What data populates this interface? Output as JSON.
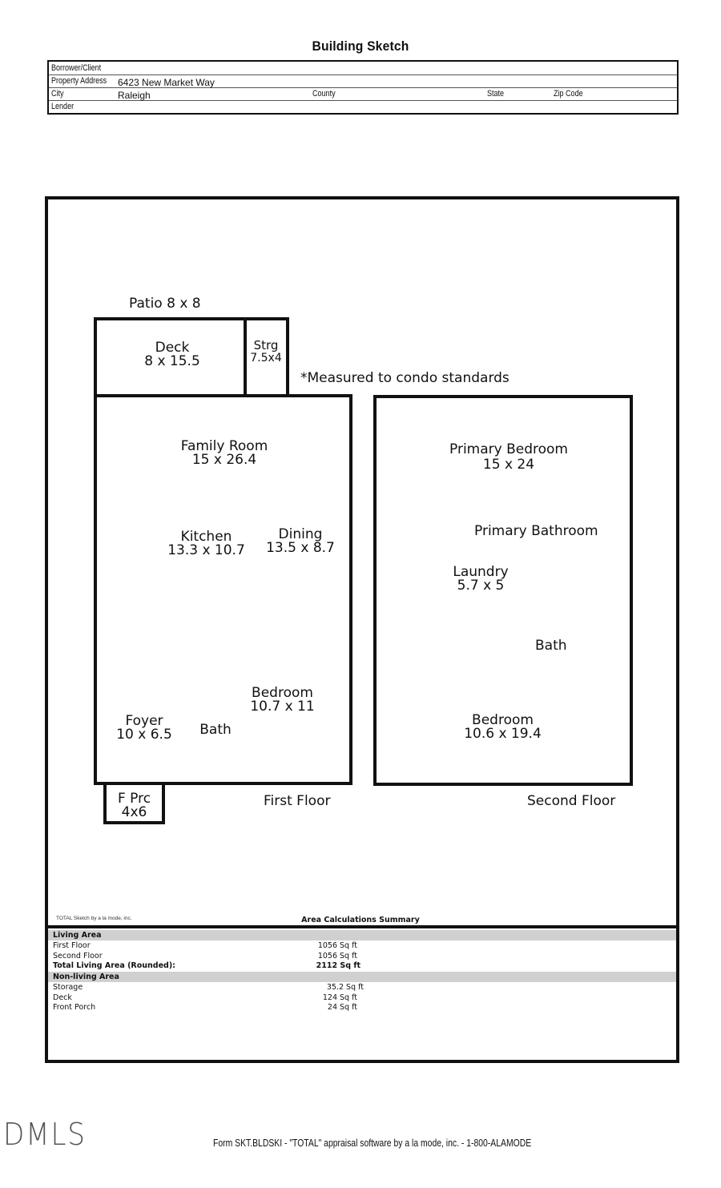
{
  "document": {
    "title": "Building Sketch"
  },
  "header_fields": {
    "borrower_label": "Borrower/Client",
    "borrower_value": "",
    "address_label": "Property Address",
    "address_value": "6423 New Market Way",
    "city_label": "City",
    "city_value": "Raleigh",
    "county_label": "County",
    "state_label": "State",
    "zip_label": "Zip Code",
    "lender_label": "Lender"
  },
  "sketch": {
    "note": "*Measured to condo standards",
    "patio": "Patio 8 x 8",
    "deck": {
      "name": "Deck",
      "dims": "8 x 15.5"
    },
    "storage": {
      "name": "Strg",
      "dims": "7.5x4"
    },
    "first_floor": {
      "label": "First Floor",
      "rooms": [
        {
          "name": "Family Room",
          "dims": "15 x 26.4"
        },
        {
          "name": "Kitchen",
          "dims": "13.3 x 10.7"
        },
        {
          "name": "Dining",
          "dims": "13.5 x 8.7"
        },
        {
          "name": "Bedroom",
          "dims": "10.7 x 11"
        },
        {
          "name": "Foyer",
          "dims": "10 x 6.5"
        },
        {
          "name": "Bath",
          "dims": ""
        }
      ]
    },
    "front_porch": {
      "name": "F Prc",
      "dims": "4x6"
    },
    "second_floor": {
      "label": "Second Floor",
      "rooms": [
        {
          "name": "Primary Bedroom",
          "dims": "15 x 24"
        },
        {
          "name": "Primary Bathroom",
          "dims": ""
        },
        {
          "name": "Laundry",
          "dims": "5.7 x 5"
        },
        {
          "name": "Bath",
          "dims": ""
        },
        {
          "name": "Bedroom",
          "dims": "10.6 x 19.4"
        }
      ]
    }
  },
  "area_summary": {
    "credit": "TOTAL Sketch by a la mode, inc.",
    "title": "Area Calculations Summary",
    "living_header": "Living Area",
    "living": [
      {
        "label": "First Floor",
        "value": "1056 Sq ft"
      },
      {
        "label": "Second Floor",
        "value": "1056 Sq ft"
      }
    ],
    "total_label": "Total Living Area (Rounded):",
    "total_value": "2112 Sq ft",
    "nonliving_header": "Non-living Area",
    "nonliving": [
      {
        "label": "Storage",
        "value": "35.2 Sq ft"
      },
      {
        "label": "Deck",
        "value": "124 Sq ft"
      },
      {
        "label": "Front Porch",
        "value": "24 Sq ft"
      }
    ]
  },
  "footer": {
    "logo": "DMLS",
    "form_text": "Form SKT.BLDSKI - \"TOTAL\" appraisal software by a la mode, inc. - 1-800-ALAMODE"
  }
}
